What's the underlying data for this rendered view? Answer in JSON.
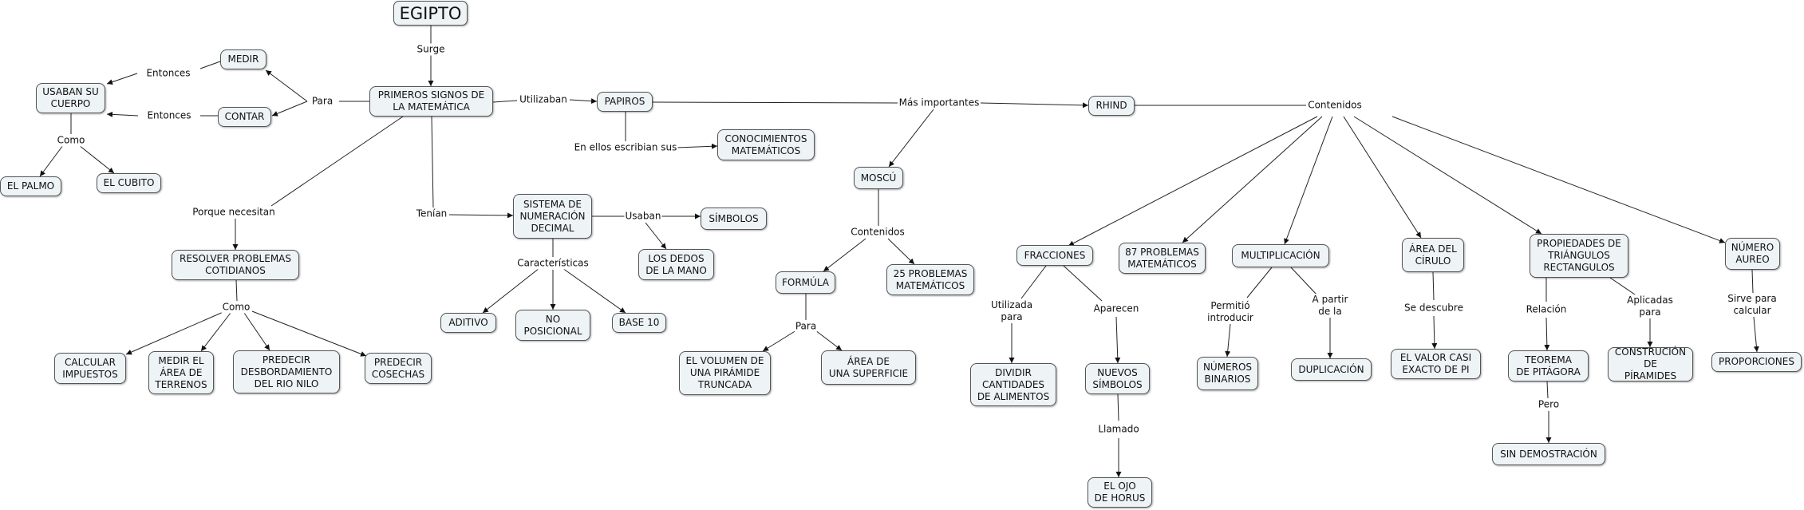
{
  "nodes": {
    "egipto": "EGIPTO",
    "primeros": "PRIMEROS SIGNOS DE\nLA MATEMÁTICA",
    "medir": "MEDIR",
    "contar": "CONTAR",
    "usaban_cuerpo": "USABAN SU\nCUERPO",
    "palmo": "EL PALMO",
    "cubito": "EL CUBITO",
    "resolver": "RESOLVER PROBLEMAS\nCOTIDIANOS",
    "calcular_impuestos": "CALCULAR\nIMPUESTOS",
    "medir_terrenos": "MEDIR EL\nÁREA DE\nTERRENOS",
    "predecir_nilo": "PREDECIR\nDESBORDAMIENTO\nDEL RIO NILO",
    "predecir_cosechas": "PREDECIR\nCOSECHAS",
    "sistema": "SISTEMA DE\nNUMERACIÓN\nDECIMAL",
    "simbolos": "SÍMBOLOS",
    "dedos": "LOS DEDOS\nDE LA MANO",
    "aditivo": "ADITIVO",
    "no_posicional": "NO\nPOSICIONAL",
    "base10": "BASE 10",
    "papiros": "PAPIROS",
    "conocimientos": "CONOCIMIENTOS\nMATEMÁTICOS",
    "moscu": "MOSCÚ",
    "formula": "FORMÚLA",
    "problemas25": "25 PROBLEMAS\nMATEMÁTICOS",
    "volumen": "EL VOLUMEN DE\nUNA PIRÁMIDE\nTRUNCADA",
    "area_superficie": "ÁREA DE\nUNA SUPERFICIE",
    "rhind": "RHIND",
    "fracciones": "FRACCIONES",
    "problemas87": "87 PROBLEMAS\nMATEMÁTICOS",
    "multiplicacion": "MULTIPLICACIÓN",
    "area_circulo": "ÁREA DEL\nCÍRULO",
    "propiedades": "PROPIEDADES DE\nTRIÁNGULOS\nRECTANGULOS",
    "numero_aureo": "NÚMERO\nAUREO",
    "dividir": "DIVIDIR\nCANTIDADES\nDE ALIMENTOS",
    "nuevos_simbolos": "NUEVOS\nSÍMBOLOS",
    "ojo_horus": "EL OJO\nDE HORUS",
    "numeros_binarios": "NÚMEROS\nBINARIOS",
    "duplicacion": "DUPLICACIÓN",
    "valor_pi": "EL VALOR CASI\nEXACTO DE PI",
    "pitagora": "TEOREMA\nDE PITÁGORA",
    "sin_demostracion": "SIN DEMOSTRACIÓN",
    "construccion": "CONSTRUCIÓN DE\nPÍRAMIDES",
    "proporciones": "PROPORCIONES"
  },
  "labels": {
    "surge": "Surge",
    "para1": "Para",
    "entonces1": "Entonces",
    "entonces2": "Entonces",
    "como1": "Como",
    "porque": "Porque necesitan",
    "como2": "Como",
    "tenian": "Tenían",
    "usaban": "Usaban",
    "caracteristicas": "Características",
    "utilizaban": "Utilizaban",
    "en_ellos": "En ellos escribian sus",
    "mas_importantes": "Más importantes",
    "contenidos1": "Contenidos",
    "para2": "Para",
    "contenidos2": "Contenidos",
    "utilizada_para": "Utilizada\npara",
    "aparecen": "Aparecen",
    "llamado": "Llamado",
    "permitio": "Permitió\nintroducir",
    "a_partir": "A partir\nde la",
    "se_descubre": "Se descubre",
    "relacion": "Relación",
    "pero": "Pero",
    "aplicadas": "Aplicadas\npara",
    "sirve": "Sirve para\ncalcular"
  }
}
